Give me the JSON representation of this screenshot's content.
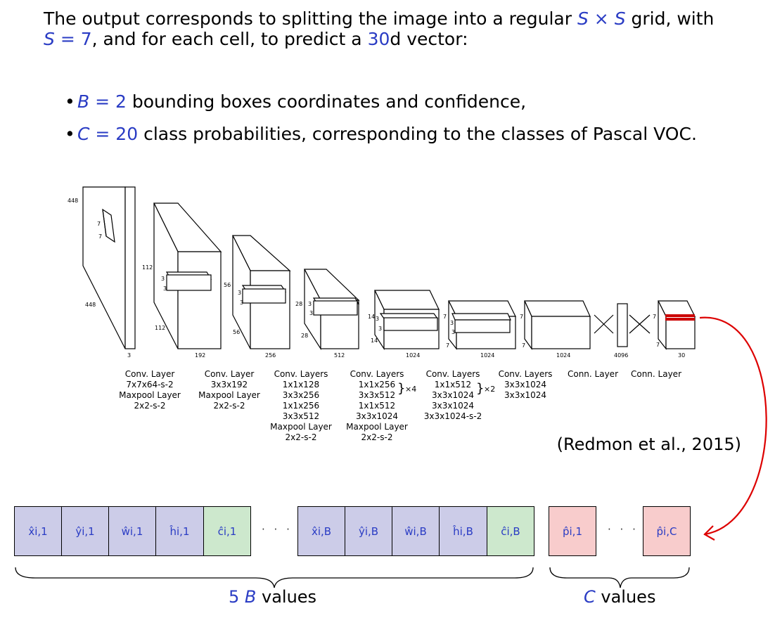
{
  "intro": {
    "line1_a": "The output corresponds to splitting the image into a regular ",
    "line1_S1": "S",
    "line1_times": " × ",
    "line1_S2": "S",
    "line1_b": " grid, with",
    "line2_S": "S",
    "line2_eq": " = 7",
    "line2_b": ", and for each cell, to predict a ",
    "line2_30": "30",
    "line2_c": "d vector:"
  },
  "bullets": [
    {
      "var": "B",
      "eq": " = 2",
      "text": " bounding boxes coordinates and confidence,"
    },
    {
      "var": "C",
      "eq": " = 20",
      "text": " class probabilities, corresponding to the classes of Pascal VOC."
    }
  ],
  "citation": "(Redmon et al., 2015)",
  "architecture": {
    "dims": {
      "input_h": "448",
      "input_w": "448",
      "input_c": "3",
      "filter_a": "7",
      "filter_b": "7",
      "b1_h": "112",
      "b1_w": "112",
      "b1_c": "192",
      "b1_f1": "3",
      "b1_f2": "3",
      "b2_h": "56",
      "b2_w": "56",
      "b2_c": "256",
      "b2_f1": "3",
      "b2_f2": "3",
      "b3_h": "28",
      "b3_w": "28",
      "b3_c": "512",
      "b3_f1": "3",
      "b3_f2": "3",
      "b4_h": "14",
      "b4_w": "14",
      "b4_c": "1024",
      "b4_f1": "3",
      "b4_f2": "3",
      "b5_h": "7",
      "b5_w": "7",
      "b5_c": "1024",
      "b5_f1": "3",
      "b5_f2": "3",
      "b6_h": "7",
      "b6_w": "7",
      "b6_c": "1024",
      "fc_n": "4096",
      "out_h": "7",
      "out_w": "7",
      "out_c": "30"
    },
    "layers": [
      "Conv. Layer\n7x7x64-s-2\nMaxpool Layer\n2x2-s-2",
      "Conv. Layer\n3x3x192\nMaxpool Layer\n2x2-s-2",
      "Conv. Layers\n1x1x128\n3x3x256\n1x1x256\n3x3x512\nMaxpool Layer\n2x2-s-2",
      "Conv. Layers\n1x1x256\n3x3x512\n1x1x512\n3x3x1024\nMaxpool Layer\n2x2-s-2",
      "Conv. Layers\n1x1x512\n3x3x1024\n3x3x1024\n3x3x1024-s-2",
      "Conv. Layers\n3x3x1024\n3x3x1024",
      "Conn. Layer",
      "Conn. Layer"
    ],
    "repeat_4": "×4",
    "repeat_2": "×2",
    "colors": {
      "output_highlight": "#cc0000",
      "arrow": "#dd0000"
    }
  },
  "vector": {
    "cells_first": [
      "x̂i,1",
      "ŷi,1",
      "ŵi,1",
      "ĥi,1",
      "ĉi,1"
    ],
    "cells_last": [
      "x̂i,B",
      "ŷi,B",
      "ŵi,B",
      "ĥi,B",
      "ĉi,B"
    ],
    "cells_prob": [
      "p̂i,1",
      "p̂i,C"
    ],
    "ellipsis": "· · ·",
    "brace1_label_num": "5 ",
    "brace1_label_var": "B",
    "brace1_label_text": " values",
    "brace2_label_var": "C",
    "brace2_label_text": " values",
    "colors": {
      "coord": "#cccce8",
      "conf": "#cde8cd",
      "prob": "#f8cccc",
      "math": "#2a3cc4"
    }
  }
}
